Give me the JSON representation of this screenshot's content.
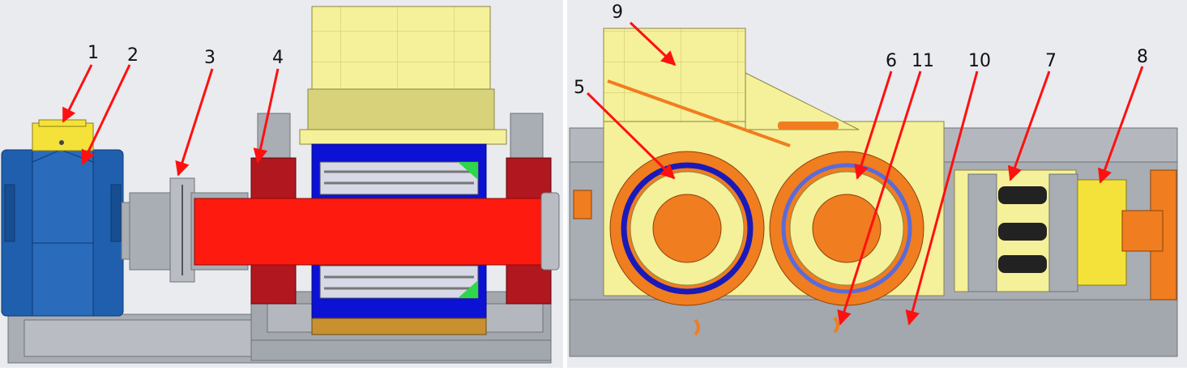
{
  "figure": {
    "left_view": "side section of crusher drive (motor, gearbox, coupling, roll shaft)",
    "right_view": "front elevation of double roll crusher"
  },
  "callouts": [
    {
      "id": "c1",
      "label": "1"
    },
    {
      "id": "c2",
      "label": "2"
    },
    {
      "id": "c3",
      "label": "3"
    },
    {
      "id": "c4",
      "label": "4"
    },
    {
      "id": "c5",
      "label": "5"
    },
    {
      "id": "c6",
      "label": "6"
    },
    {
      "id": "c7",
      "label": "7"
    },
    {
      "id": "c8",
      "label": "8"
    },
    {
      "id": "c9",
      "label": "9"
    },
    {
      "id": "c10",
      "label": "10"
    },
    {
      "id": "c11",
      "label": "11"
    }
  ],
  "colors": {
    "background": "#e9ebef",
    "frame_grey": "#a9adb4",
    "frame_line": "#6e737a",
    "yellow_housing": "#f5f09a",
    "blue": "#1f5fae",
    "deep_blue": "#0b12d4",
    "red_shaft": "#ff1a10",
    "dark_red": "#b0171f",
    "orange": "#f07d1f",
    "green_segment": "#2ed64a",
    "arrow_red": "#ff1010",
    "label_black": "#111111"
  }
}
